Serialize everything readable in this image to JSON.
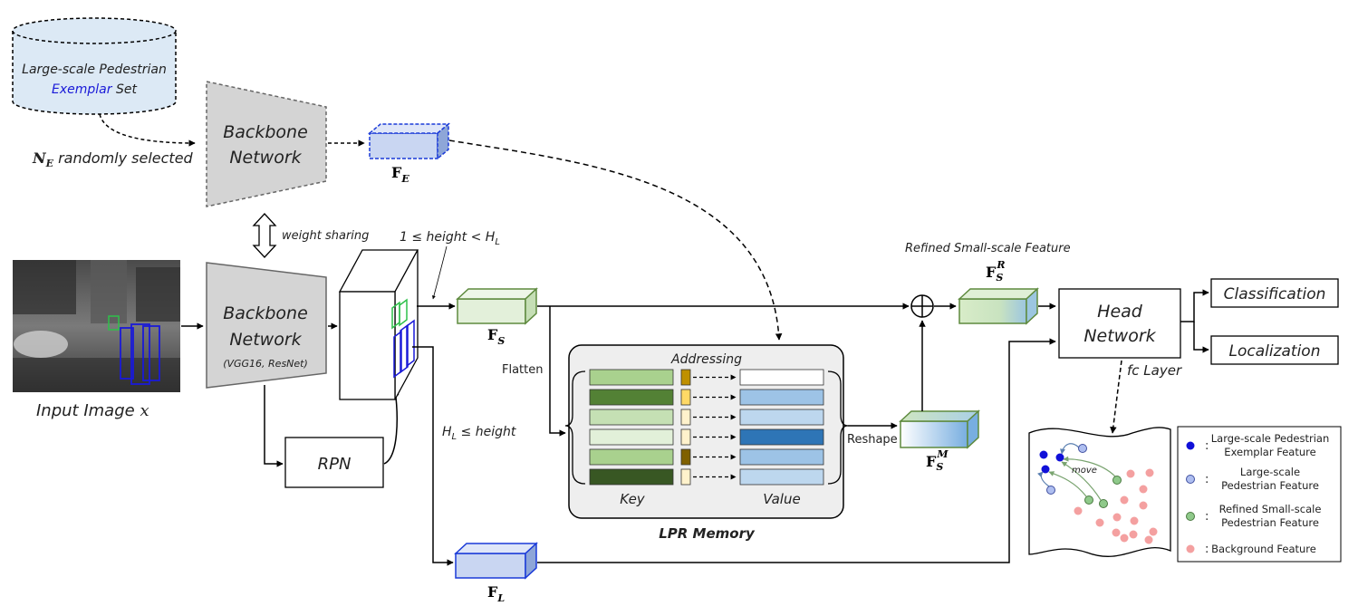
{
  "dataset": {
    "line1": "Large-scale Pedestrian",
    "line2_highlight": "Exemplar",
    "line2_rest": " Set"
  },
  "ne_label": {
    "symbol": "N",
    "sub": "E",
    "rest": " randomly selected"
  },
  "backbone_top": {
    "line1": "Backbone",
    "line2": "Network"
  },
  "backbone_bottom": {
    "line1": "Backbone",
    "line2": "Network",
    "line3": "(VGG16, ResNet)"
  },
  "weight_sharing": "weight sharing",
  "input_image": {
    "label": "Input Image ",
    "var": "x"
  },
  "rpn": "RPN",
  "cond_small": {
    "text": "1 ≤ height < H",
    "sub": "L"
  },
  "cond_large": {
    "pre": "H",
    "sub": "L",
    "post": " ≤ height"
  },
  "f_e": {
    "base": "F",
    "sub": "E"
  },
  "f_s": {
    "base": "F",
    "sub": "S"
  },
  "f_l": {
    "base": "F",
    "sub": "L"
  },
  "f_sm": {
    "base": "F",
    "sub": "S",
    "sup": "M"
  },
  "f_sr": {
    "base": "F",
    "sub": "S",
    "sup": "R"
  },
  "refined_label": "Refined Small-scale Feature",
  "flatten": "Flatten",
  "reshape": "Reshape",
  "memory": {
    "title": "LPR Memory",
    "addressing": "Addressing",
    "key": "Key",
    "value": "Value"
  },
  "head": {
    "line1": "Head",
    "line2": "Network"
  },
  "fc_layer": "fc Layer",
  "outputs": {
    "classification": "Classification",
    "localization": "Localization"
  },
  "scatter": {
    "move": "move"
  },
  "legend": [
    {
      "line1": "Large-scale Pedestrian",
      "line2": "Exemplar Feature",
      "color": "#1010d8"
    },
    {
      "line1": "Large-scale",
      "line2": "Pedestrian Feature",
      "color": "#aebef0"
    },
    {
      "line1": "Refined Small-scale",
      "line2": "Pedestrian Feature",
      "color": "#8fc98a"
    },
    {
      "line1": "Background Feature",
      "line2": "",
      "color": "#f4a0a0"
    }
  ],
  "colors": {
    "accent_blue": "#1a1ad8",
    "green_border": "#5e8a3e",
    "blue_border": "#1a3ad8",
    "gray_block": "#d4d4d4"
  }
}
